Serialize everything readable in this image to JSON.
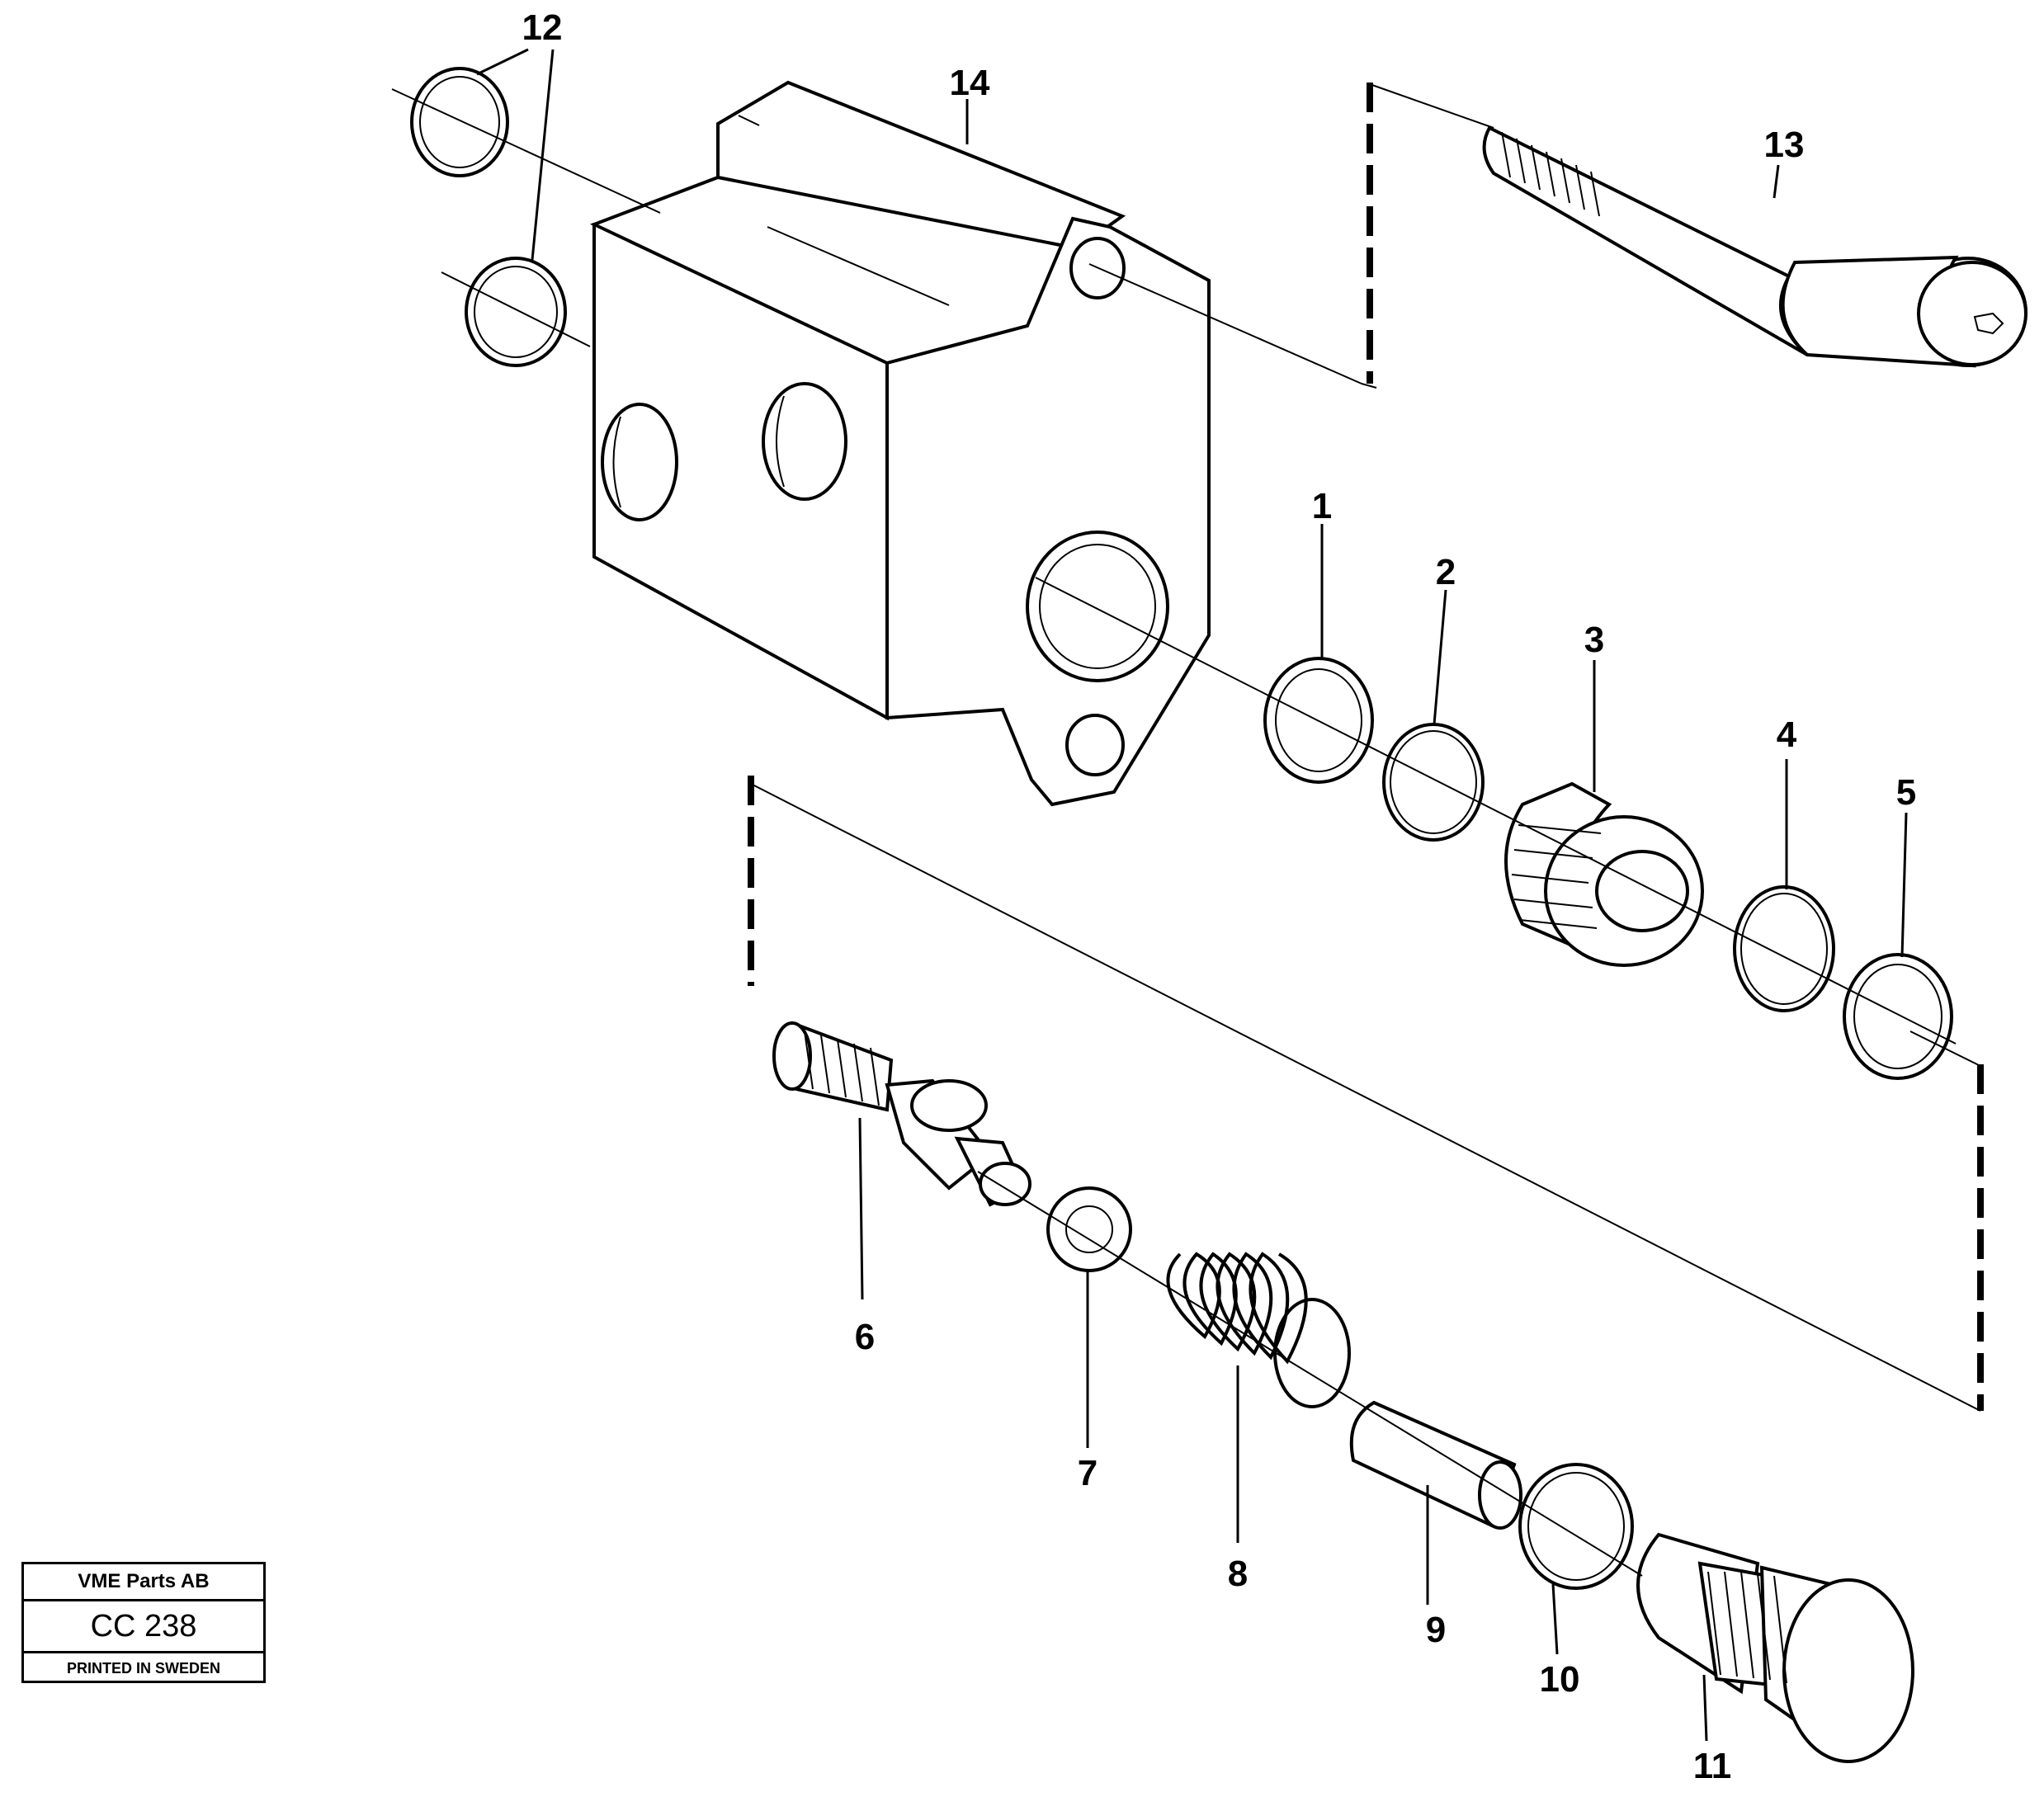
{
  "diagram": {
    "callouts": {
      "p1": "1",
      "p2": "2",
      "p3": "3",
      "p4": "4",
      "p5": "5",
      "p6": "6",
      "p7": "7",
      "p8": "8",
      "p9": "9",
      "p10": "10",
      "p11": "11",
      "p12": "12",
      "p13": "13",
      "p14": "14"
    }
  },
  "title_block": {
    "company": "VME Parts AB",
    "code": "CC 238",
    "printed": "PRINTED IN SWEDEN"
  }
}
